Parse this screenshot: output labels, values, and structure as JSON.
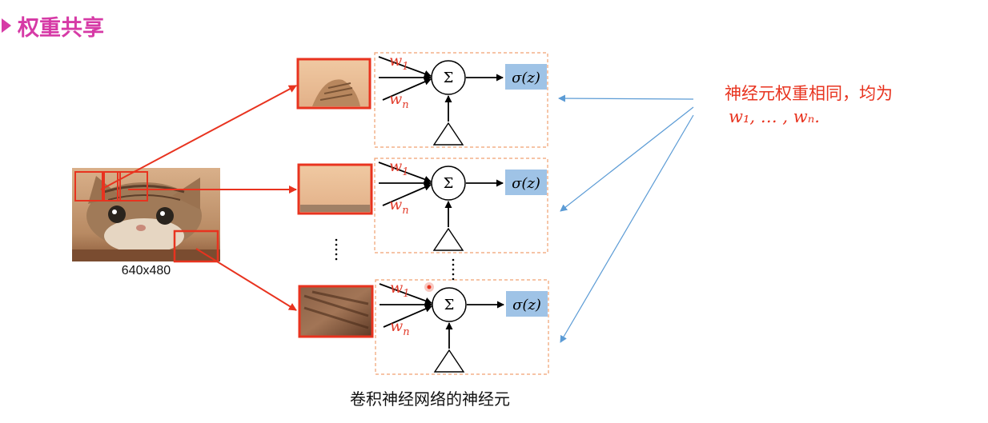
{
  "slide": {
    "title": "权重共享",
    "image_size_label": "640x480",
    "note_line1": "神经元权重相同，均为",
    "note_line2": "w₁, … , wₙ.",
    "caption": "卷积神经网络的神经元"
  },
  "neuron": {
    "weight_first": "w",
    "weight_first_sub": "1",
    "weight_last": "w",
    "weight_last_sub": "n",
    "sum_symbol": "Σ",
    "activation": "σ(z)"
  },
  "colors": {
    "title": "#d63aa6",
    "patch_border": "#e8331f",
    "weight_text": "#e23b2a",
    "activation_box": "#9fc3e6",
    "dashed_box": "#f0a070",
    "pointer_arrows": "#5b9bd5"
  }
}
